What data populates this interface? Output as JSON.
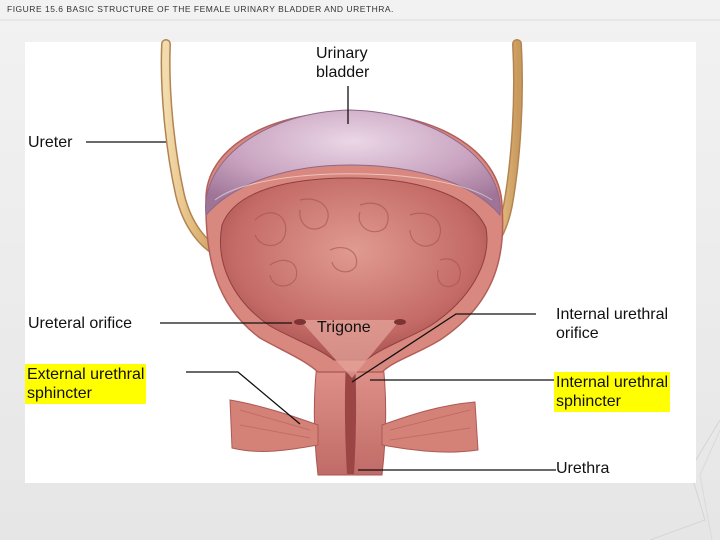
{
  "figure": {
    "caption": "FIGURE 15.6 BASIC STRUCTURE OF THE FEMALE URINARY BLADDER AND URETHRA.",
    "subject": "female urinary bladder and urethra"
  },
  "labels": {
    "urinary_bladder": "Urinary\nbladder",
    "ureter": "Ureter",
    "ureteral_orifice": "Ureteral orifice",
    "trigone": "Trigone",
    "internal_urethral_orifice": "Internal urethral\norifice",
    "external_urethral_sphincter": "External urethral\nsphincter",
    "internal_urethral_sphincter": "Internal urethral\nsphincter",
    "urethra": "Urethra"
  },
  "colors": {
    "highlight": "#ffff00",
    "bladder_outer": "#c9a3c0",
    "bladder_wall": "#d98880",
    "mucosa": "#c46a66",
    "ureter": "#e8c48a",
    "leader_line": "#111111"
  }
}
